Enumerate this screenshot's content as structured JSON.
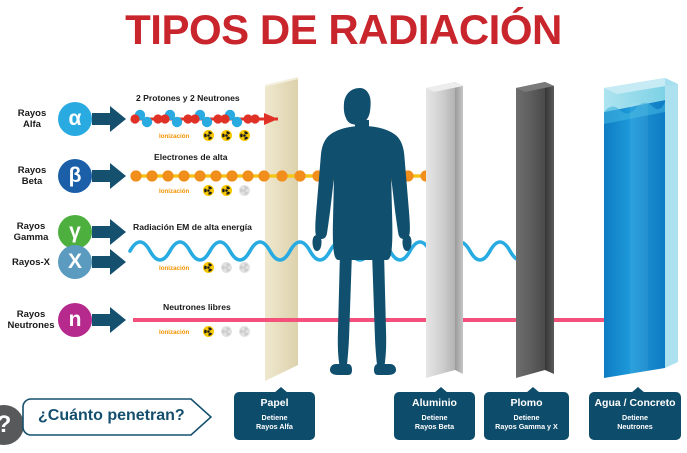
{
  "title": "TIPOS DE RADIACIÓN",
  "accent_colors": {
    "title_red": "#C9252D",
    "alpha": "#29ABE2",
    "beta": "#1B5FA8",
    "gamma": "#4CAF3E",
    "xray": "#5B9BBF",
    "neutron": "#B52A8C",
    "arrow_navy": "#0E4C6B",
    "body_navy": "#10506E",
    "ionizacion_orange": "#F39200",
    "trefoil_yellow": "#F7C800",
    "trefoil_gray": "#D9D9D9",
    "paper": "#E8DFC0",
    "aluminum": "#C9C9C9",
    "lead": "#5A5A5A",
    "water": "#1C93D3"
  },
  "rows": [
    {
      "label": "Rayos\nAlfa",
      "label_line1": "Rayos",
      "label_line2": "Alfa",
      "symbol": "α",
      "symbol_color": "#29ABE2",
      "description": "2 Protones y 2 Neutrones",
      "ionizacion_label": "Ionización",
      "ionizacion_active": 3,
      "ionizacion_total": 3,
      "stopped_by": "Papel"
    },
    {
      "label_line1": "Rayos",
      "label_line2": "Beta",
      "symbol": "β",
      "symbol_color": "#1B5FA8",
      "description": "Electrones de alta",
      "ionizacion_label": "Ionización",
      "ionizacion_active": 2,
      "ionizacion_total": 3,
      "stopped_by": "Aluminio"
    },
    {
      "label_line1": "Rayos",
      "label_line2": "Gamma",
      "symbol": "γ",
      "symbol_color": "#4CAF3E",
      "description": "Radiación EM de alta energía",
      "ionizacion_label": "Ionización",
      "ionizacion_active": 1,
      "ionizacion_total": 3,
      "stopped_by": "Plomo"
    },
    {
      "label_line1": "Rayos-X",
      "label_line2": "",
      "symbol": "X",
      "symbol_color": "#5B9BBF",
      "description": "",
      "stopped_by": "Plomo"
    },
    {
      "label_line1": "Rayos",
      "label_line2": "Neutrones",
      "symbol": "n",
      "symbol_color": "#B52A8C",
      "description": "Neutrones libres",
      "ionizacion_label": "Ionización",
      "ionizacion_active": 1,
      "ionizacion_total": 3,
      "stopped_by": "Agua / Concreto"
    }
  ],
  "question_banner": {
    "text": "¿Cuánto penetran?",
    "badge": "?"
  },
  "barriers": [
    {
      "name": "Papel",
      "title": "Papel",
      "sub_line1": "Detiene",
      "sub_line2": "Rayos Alfa",
      "color": "#E8DFC0"
    },
    {
      "name": "Aluminio",
      "title": "Aluminio",
      "sub_line1": "Detiene",
      "sub_line2": "Rayos Beta",
      "color": "#C9C9C9"
    },
    {
      "name": "Plomo",
      "title": "Plomo",
      "sub_line1": "Detiene",
      "sub_line2": "Rayos Gamma y X",
      "color": "#5A5A5A"
    },
    {
      "name": "Agua / Concreto",
      "title": "Agua / Concreto",
      "sub_line1": "Detiene",
      "sub_line2": "Neutrones",
      "color": "#1C93D3"
    }
  ]
}
